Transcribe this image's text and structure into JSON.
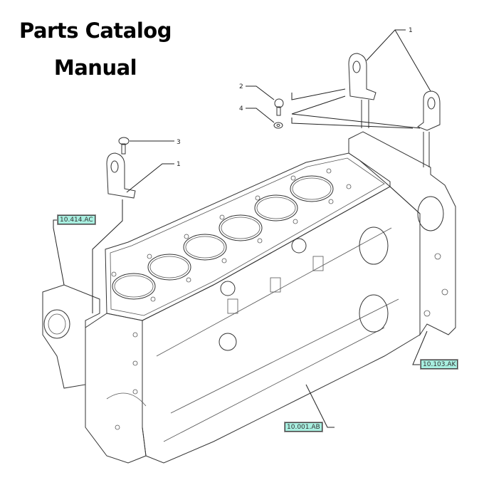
{
  "title": {
    "line1": "Parts Catalog",
    "line2": "Manual"
  },
  "diagram": {
    "subject": "engine cylinder block with lifting eyes",
    "callouts": [
      {
        "number": "1",
        "part": "lifting-eye-rear-pair"
      },
      {
        "number": "2",
        "part": "bolt"
      },
      {
        "number": "4",
        "part": "washer"
      },
      {
        "number": "3",
        "part": "bolt-front"
      },
      {
        "number": "1",
        "part": "lifting-eye-front"
      }
    ],
    "references": [
      {
        "code": "10.414.AC"
      },
      {
        "code": "10.103.AK"
      },
      {
        "code": "10.001.AB"
      }
    ]
  }
}
